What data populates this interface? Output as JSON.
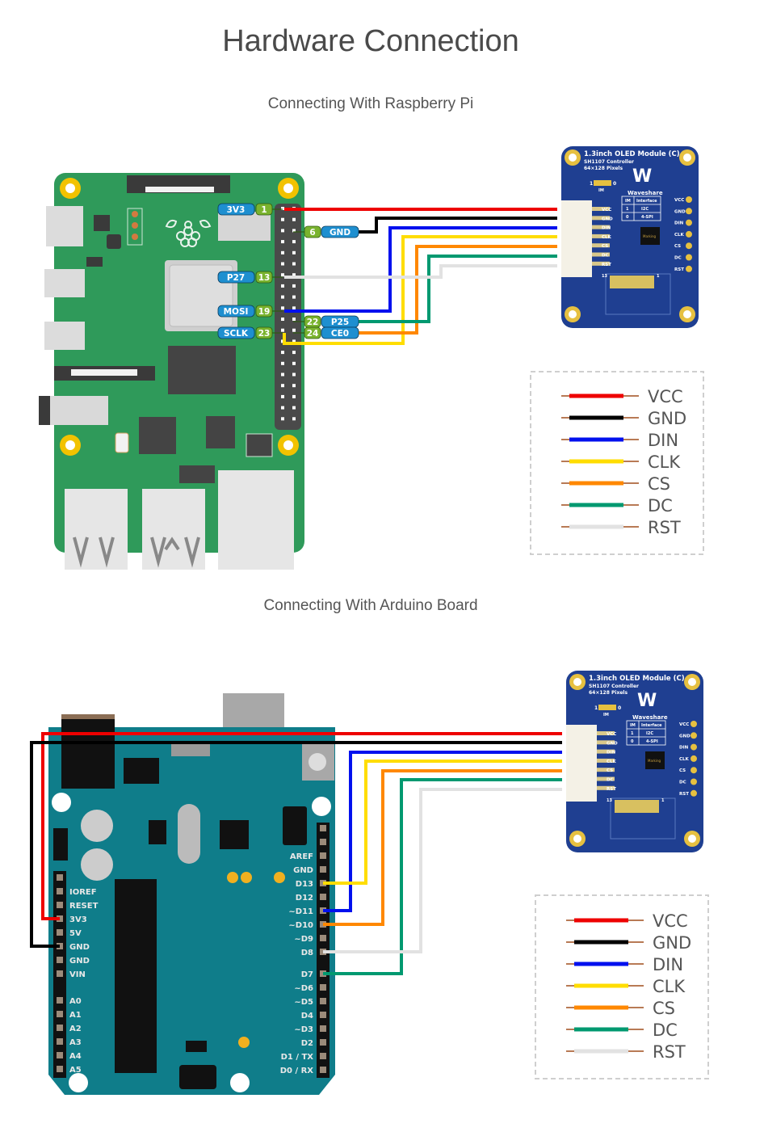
{
  "page": {
    "title": "Hardware Connection",
    "section_pi": "Connecting With Raspberry Pi",
    "section_arduino": "Connecting With Arduino Board"
  },
  "oled_module": {
    "name": "1.3inch OLED Module (C)",
    "controller": "SH1107 Controller",
    "resolution": "64×128 Pixels",
    "brand": "Waveshare",
    "im_label": "IM",
    "im_left": "1",
    "im_right": "0",
    "table_headers": [
      "IM",
      "Interface"
    ],
    "table_rows": [
      [
        "1",
        "I2C"
      ],
      [
        "0",
        "4-SPI"
      ]
    ],
    "pins": [
      "VCC",
      "GND",
      "DIN",
      "CLK",
      "CS",
      "DC",
      "RST"
    ],
    "fpc_left": "13",
    "fpc_right": "1",
    "chip_label": "Marking"
  },
  "wire_colors": {
    "VCC": "#ee0000",
    "GND": "#000000",
    "DIN": "#0010ee",
    "CLK": "#ffdd00",
    "CS": "#ff8800",
    "DC": "#009970",
    "RST": "#e2e2e2"
  },
  "legend": [
    {
      "label": "VCC",
      "color": "#ee0000"
    },
    {
      "label": "GND",
      "color": "#000000"
    },
    {
      "label": "DIN",
      "color": "#0010ee"
    },
    {
      "label": "CLK",
      "color": "#ffdd00"
    },
    {
      "label": "CS",
      "color": "#ff8800"
    },
    {
      "label": "DC",
      "color": "#009970"
    },
    {
      "label": "RST",
      "color": "#e2e2e2"
    }
  ],
  "pi_connections": [
    {
      "signal": "VCC",
      "gpio": "3V3",
      "pin": "1"
    },
    {
      "signal": "GND",
      "gpio": "GND",
      "pin": "6"
    },
    {
      "signal": "RST",
      "gpio": "P27",
      "pin": "13"
    },
    {
      "signal": "DIN",
      "gpio": "MOSI",
      "pin": "19"
    },
    {
      "signal": "DC",
      "gpio": "P25",
      "pin": "22"
    },
    {
      "signal": "CLK",
      "gpio": "SCLK",
      "pin": "23"
    },
    {
      "signal": "CS",
      "gpio": "CE0",
      "pin": "24"
    }
  ],
  "arduino": {
    "left_header": [
      "IOREF",
      "RESET",
      "3V3",
      "5V",
      "GND",
      "GND",
      "VIN"
    ],
    "analog_header": [
      "A0",
      "A1",
      "A2",
      "A3",
      "A4",
      "A5"
    ],
    "right_header_top": [
      "AREF",
      "GND",
      "D13",
      "D12",
      "~D11",
      "~D10",
      "~D9",
      "D8"
    ],
    "right_header_bottom": [
      "D7",
      "~D6",
      "~D5",
      "D4",
      "~D3",
      "D2",
      "D1 / TX",
      "D0 / RX"
    ],
    "connections": [
      {
        "signal": "VCC",
        "pin": "3V3"
      },
      {
        "signal": "GND",
        "pin": "GND"
      },
      {
        "signal": "DIN",
        "pin": "~D11"
      },
      {
        "signal": "CLK",
        "pin": "D13"
      },
      {
        "signal": "CS",
        "pin": "~D10"
      },
      {
        "signal": "DC",
        "pin": "D7"
      },
      {
        "signal": "RST",
        "pin": "D8"
      }
    ]
  }
}
